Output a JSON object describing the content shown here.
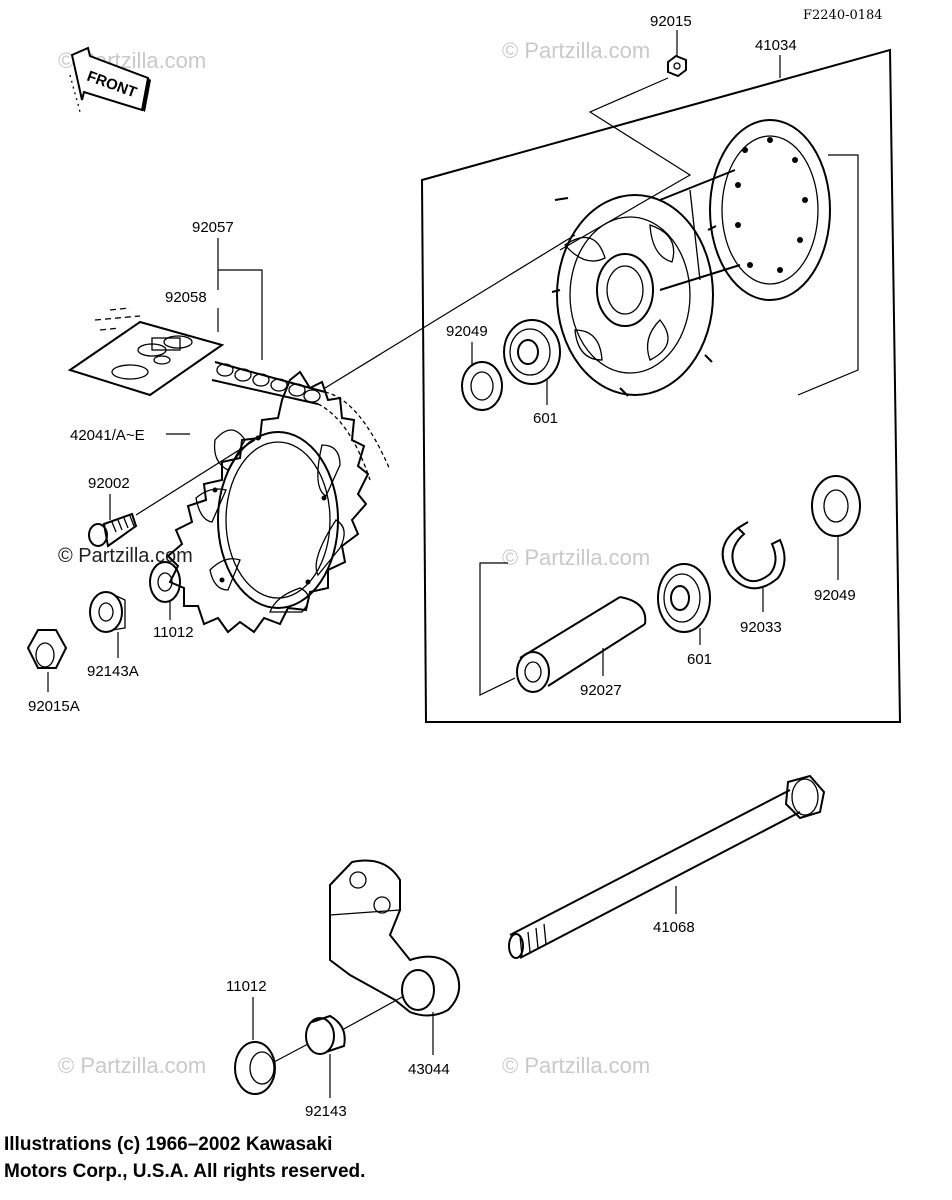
{
  "diagram": {
    "ref_code": "F2240-0184",
    "front_label": "FRONT",
    "watermarks": [
      "© Partzilla.com",
      "© Partzilla.com",
      "© Partzilla.com",
      "© Partzilla.com",
      "© Partzilla.com",
      "© Partzilla.com"
    ],
    "parts": {
      "p92015": "92015",
      "p41034": "41034",
      "p92057": "92057",
      "p92058": "92058",
      "p92049a": "92049",
      "p601a": "601",
      "p42041": "42041/A~E",
      "p92002": "92002",
      "p11012a": "11012",
      "p92143A": "92143A",
      "p92015A": "92015A",
      "p92033": "92033",
      "p92049b": "92049",
      "p601b": "601",
      "p92027": "92027",
      "p41068": "41068",
      "p11012b": "11012",
      "p92143": "92143",
      "p43044": "43044"
    }
  },
  "copyright": {
    "line1": "Illustrations (c) 1966–2002 Kawasaki",
    "line2": "Motors Corp., U.S.A.  All rights reserved."
  }
}
